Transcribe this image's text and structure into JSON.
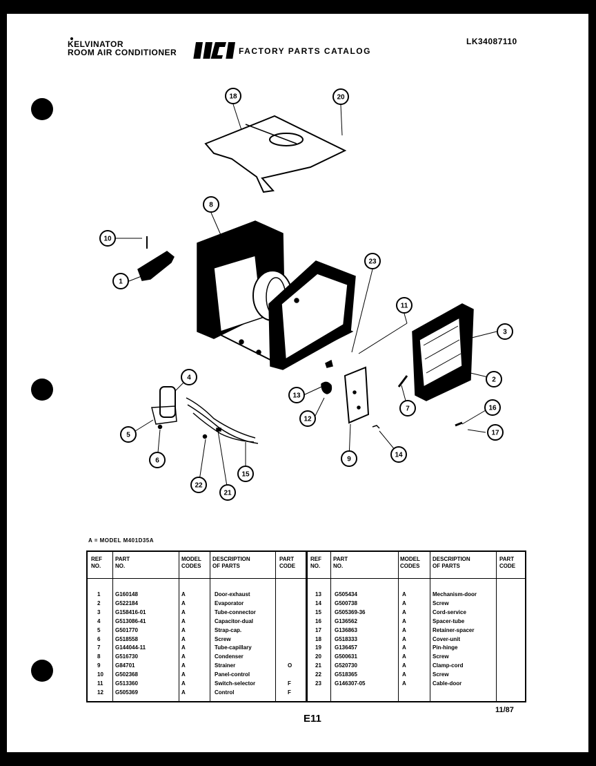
{
  "header": {
    "brand": "KELVINATOR",
    "product": "ROOM AIR CONDITIONER",
    "logo": "WCI",
    "catalog": "FACTORY PARTS CATALOG",
    "doc_number": "LK34087110"
  },
  "callouts": [
    "18",
    "20",
    "8",
    "10",
    "1",
    "23",
    "11",
    "3",
    "2",
    "7",
    "4",
    "5",
    "6",
    "13",
    "12",
    "9",
    "14",
    "16",
    "17",
    "15",
    "22",
    "21"
  ],
  "model_note": "A = MODEL M401D35A",
  "table": {
    "headers": {
      "ref": [
        "REF",
        "NO."
      ],
      "part": [
        "PART",
        "NO."
      ],
      "codes": [
        "MODEL",
        "CODES"
      ],
      "desc": [
        "DESCRIPTION",
        "OF PARTS"
      ],
      "pcode": [
        "PART",
        "CODE"
      ]
    },
    "left": {
      "refs": [
        "1",
        "2",
        "3",
        "4",
        "5",
        "6",
        "7",
        "8",
        "9",
        "10",
        "11",
        "12"
      ],
      "parts": [
        "G160148",
        "G522184",
        "G158416-01",
        "G513086-41",
        "G501770",
        "G518558",
        "G144044-11",
        "G516730",
        "G84701",
        "G502368",
        "G513360",
        "G505369"
      ],
      "codes": [
        "A",
        "A",
        "A",
        "A",
        "A",
        "A",
        "A",
        "A",
        "A",
        "A",
        "A",
        "A"
      ],
      "descs": [
        "Door-exhaust",
        "Evaporator",
        "Tube-connector",
        "Capacitor-dual",
        "Strap-cap.",
        "Screw",
        "Tube-capillary",
        "Condenser",
        "Strainer",
        "Panel-control",
        "Switch-selector",
        "Control"
      ],
      "pcodes": [
        "",
        "",
        "",
        "",
        "",
        "",
        "",
        "",
        "O",
        "",
        "F",
        "F"
      ]
    },
    "right": {
      "refs": [
        "13",
        "14",
        "15",
        "16",
        "17",
        "18",
        "19",
        "20",
        "21",
        "22",
        "23"
      ],
      "parts": [
        "G505434",
        "G500738",
        "G505369-36",
        "G136562",
        "G136863",
        "G518333",
        "G136457",
        "G500631",
        "G520730",
        "G518365",
        "G146307-05"
      ],
      "codes": [
        "A",
        "A",
        "A",
        "A",
        "A",
        "A",
        "A",
        "A",
        "A",
        "A",
        "A"
      ],
      "descs": [
        "Mechanism-door",
        "Screw",
        "Cord-service",
        "Spacer-tube",
        "Retainer-spacer",
        "Cover-unit",
        "Pin-hinge",
        "Screw",
        "Clamp-cord",
        "Screw",
        "Cable-door"
      ],
      "pcodes": [
        "",
        "",
        "",
        "",
        "",
        "",
        "",
        "",
        "",
        "",
        ""
      ]
    }
  },
  "footer": {
    "page": "E11",
    "date": "11/87"
  }
}
